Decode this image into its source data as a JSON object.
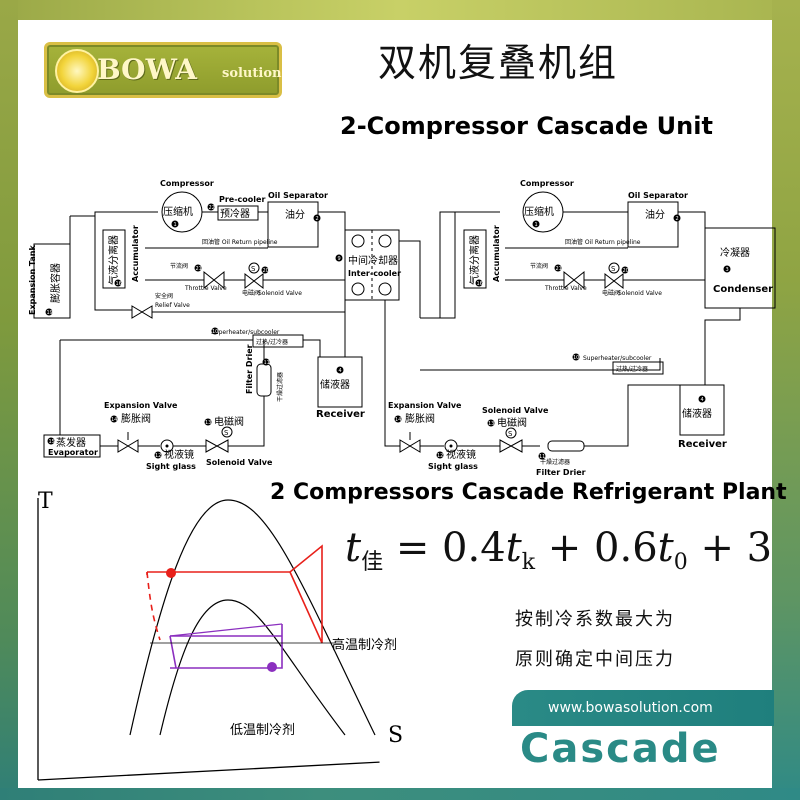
{
  "logo": {
    "name": "BOWA",
    "sub": "solution"
  },
  "title_zh": "双机复叠机组",
  "title_en": "2-Compressor Cascade Unit",
  "plant_title": "2 Compressors Cascade Refrigerant Plant",
  "diagram": {
    "left": {
      "compressor_en": "Compressor",
      "compressor_zh": "压缩机",
      "compressor_no": "1",
      "precooler_en": "Pre-cooler",
      "precooler_zh": "预冷器",
      "precooler_no": "22",
      "oil_sep_en": "Oil Separator",
      "oil_sep_zh": "油分",
      "oil_sep_no": "2",
      "oil_return": "回油管 Oil Return pipeline",
      "expansion_tank_en": "Expansion Tank",
      "expansion_tank_zh": "膨胀容器",
      "expansion_tank_no": "19",
      "accumulator_zh": "气液分离器",
      "accumulator_en": "Accumulator",
      "accumulator_no": "16",
      "throttle_zh": "节流阀",
      "throttle_en": "Throttle Valve",
      "throttle_no": "21",
      "solenoid_zh": "电磁阀",
      "solenoid_en": "Solenoid Valve",
      "solenoid_no": "20",
      "relief_zh": "安全阀",
      "relief_en": "Relief Valve",
      "superheater_en": "Superheater/subcooler",
      "superheater_zh": "过热/过冷器",
      "superheater_no": "10",
      "filter_en": "Filter Drier",
      "filter_zh": "干燥过滤器",
      "filter_no": "11",
      "receiver_zh": "储液器",
      "receiver_en": "Receiver",
      "receiver_no": "4",
      "expansion_valve_en": "Expansion Valve",
      "expansion_valve_zh": "膨胀阀",
      "expansion_valve_no": "14",
      "evaporator_zh": "蒸发器",
      "evaporator_en": "Evaporator",
      "evaporator_no": "15",
      "sight_glass_zh": "视液镜",
      "sight_glass_en": "Sight glass",
      "sight_glass_no": "12",
      "solenoid2_zh": "电磁阀",
      "solenoid2_en": "Solenoid Valve",
      "solenoid2_no": "13"
    },
    "intercooler": {
      "zh": "中间冷却器",
      "en": "Inter-cooler",
      "no": "9"
    },
    "right": {
      "compressor_en": "Compressor",
      "compressor_zh": "压缩机",
      "compressor_no": "1",
      "oil_sep_en": "Oil Separator",
      "oil_sep_zh": "油分",
      "oil_sep_no": "2",
      "oil_return": "回油管 Oil Return pipeline",
      "accumulator_zh": "气液分离器",
      "accumulator_en": "Accumulator",
      "accumulator_no": "16",
      "throttle_zh": "节流阀",
      "throttle_en": "Throttle Valve",
      "throttle_no": "21",
      "solenoid_zh": "电磁阀",
      "solenoid_en": "Solenoid Valve",
      "solenoid_no": "20",
      "condenser_zh": "冷凝器",
      "condenser_en": "Condenser",
      "condenser_no": "3",
      "superheater_en": "Superheater/subcooler",
      "superheater_zh": "过热/过冷器",
      "superheater_no": "10",
      "receiver_zh": "储液器",
      "receiver_en": "Receiver",
      "receiver_no": "4",
      "expansion_valve_en": "Expansion Valve",
      "expansion_valve_zh": "膨胀阀",
      "expansion_valve_no": "14",
      "sight_glass_zh": "视液镜",
      "sight_glass_en": "Sight glass",
      "sight_glass_no": "12",
      "solenoid2_en": "Solenoid Valve",
      "solenoid2_zh": "电磁阀",
      "solenoid2_no": "13",
      "filter_zh": "干燥过滤器",
      "filter_en": "Filter Drier",
      "filter_no": "11"
    }
  },
  "ts_diagram": {
    "axis_t": "T",
    "axis_s": "S",
    "high_label": "高温制冷剂",
    "low_label": "低温制冷剂",
    "high_cycle_color": "#e8201a",
    "low_cycle_color": "#8b2fbf"
  },
  "formula": {
    "t": "t",
    "t_sub": "佳",
    "rhs": "= 0.4",
    "tk": "t",
    "k_sub": "k",
    "mid": "+ 0.6",
    "t0": "t",
    "zero_sub": "0",
    "end": "+ 3"
  },
  "formula_note": {
    "line1": "按制冷系数最大为",
    "line2": "原则确定中间压力"
  },
  "website": "www.bowasolution.com",
  "tag": "Cascade"
}
